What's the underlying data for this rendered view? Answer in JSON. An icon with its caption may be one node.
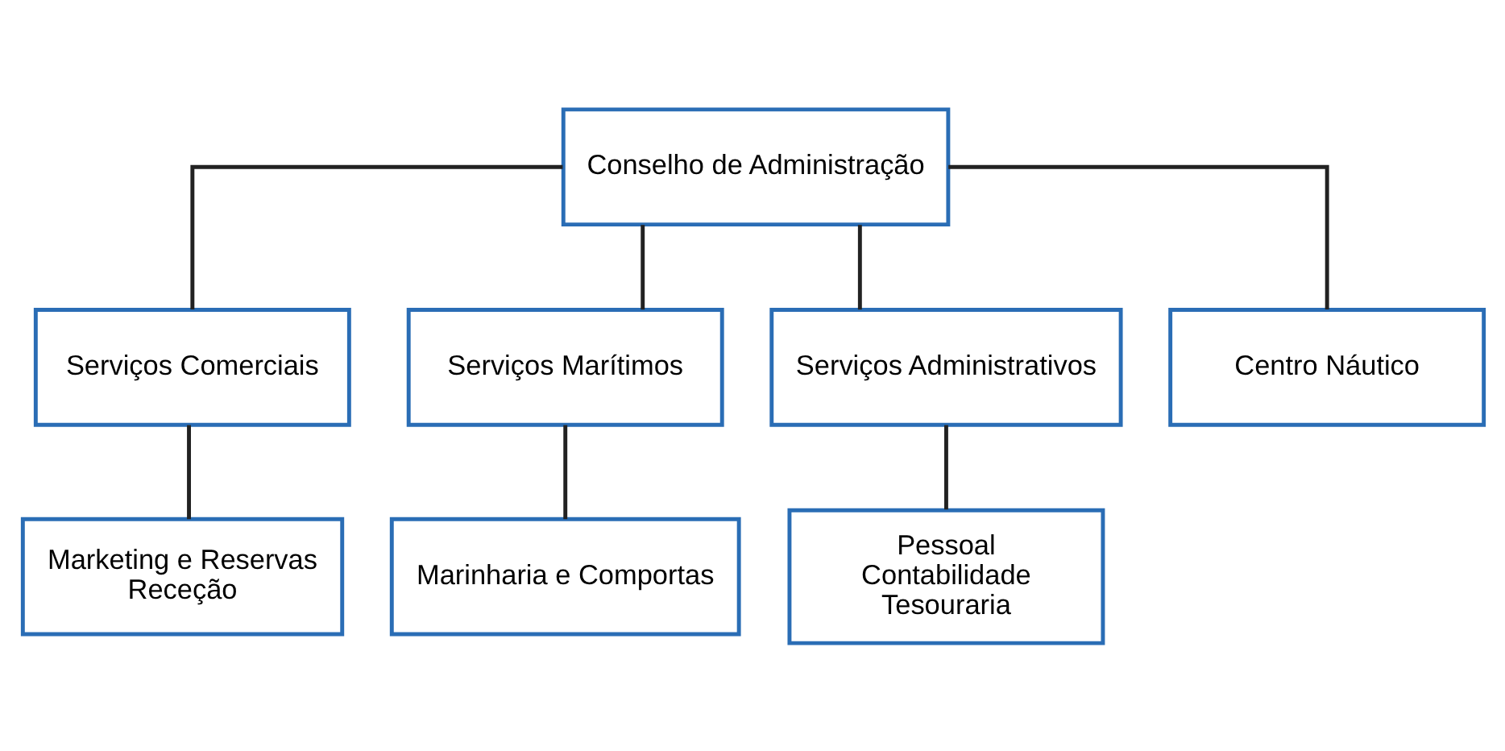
{
  "diagram": {
    "nodes": [
      {
        "text": [
          "Conselho de Administração"
        ]
      },
      {
        "text": [
          "Serviços Comerciais"
        ]
      },
      {
        "text": [
          "Serviços Marítimos"
        ]
      },
      {
        "text": [
          "Serviços Administrativos"
        ]
      },
      {
        "text": [
          "Centro Náutico"
        ]
      },
      {
        "text": [
          "Marketing e Reservas",
          "Receção"
        ]
      },
      {
        "text": [
          "Marinharia e Comportas"
        ]
      },
      {
        "text": [
          "Pessoal",
          "Contabilidade",
          "Tesouraria"
        ]
      }
    ],
    "edges": [
      {
        "from": 0,
        "to": 1,
        "arrow": "none"
      },
      {
        "from": 0,
        "to": 2,
        "arrow": "none"
      },
      {
        "from": 0,
        "to": 3,
        "arrow": "none"
      },
      {
        "from": 0,
        "to": 4,
        "arrow": "none"
      },
      {
        "from": 1,
        "to": 5,
        "arrow": "none"
      },
      {
        "from": 2,
        "to": 6,
        "arrow": "none"
      },
      {
        "from": 3,
        "to": 7,
        "arrow": "none"
      }
    ]
  }
}
